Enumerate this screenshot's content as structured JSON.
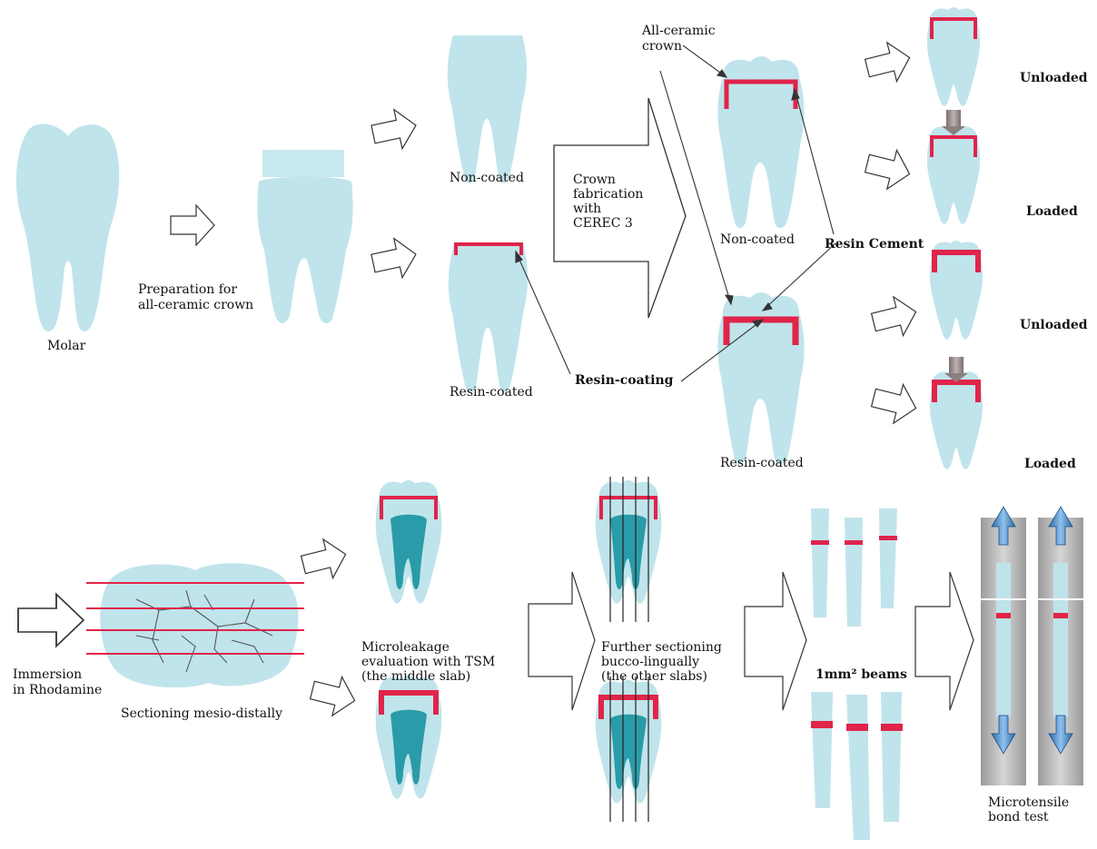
{
  "top": {
    "molar": "Molar",
    "preparation": [
      "Preparation for",
      "all-ceramic crown"
    ],
    "non_coated": "Non-coated",
    "resin_coated": "Resin-coated",
    "crown_fabrication": [
      "Crown",
      "fabrication",
      "with",
      "CEREC 3"
    ],
    "all_ceramic_crown": [
      "All-ceramic",
      "crown"
    ],
    "non_coated_crowned": "Non-coated",
    "resin_coated_crowned": "Resin-coated",
    "resin_cement": "Resin Cement",
    "resin_coating": "Resin-coating",
    "unloaded_1": "Unloaded",
    "loaded_1": "Loaded",
    "unloaded_2": "Unloaded",
    "loaded_2": "Loaded"
  },
  "bottom": {
    "immersion": [
      "Immersion",
      "in Rhodamine"
    ],
    "sectioning": "Sectioning mesio-distally",
    "microleakage": [
      "Microleakage",
      "evaluation with TSM",
      "(the middle slab)"
    ],
    "further_sectioning": [
      "Further sectioning",
      "bucco-lingually",
      "(the other slabs)"
    ],
    "beams": "1mm² beams",
    "microtensile": [
      "Microtensile",
      "bond test"
    ]
  },
  "colors": {
    "tooth": "#bfe3ea",
    "tooth_dark": "#a6d6e0",
    "cement": "#e0244a",
    "pulp": "#2a9ba8",
    "grip": "#b9b9b9",
    "arrow_blue": "#3f7fbf"
  }
}
